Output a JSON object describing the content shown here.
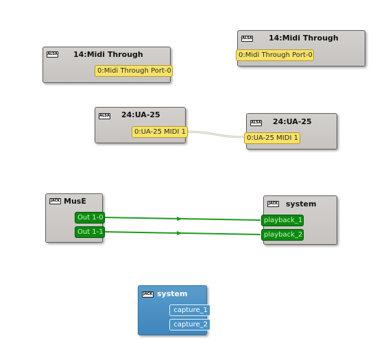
{
  "nodes": {
    "alsa_out_14": {
      "badge": "ALSA",
      "title": "14:Midi Through",
      "ports": [
        "0:Midi Through Port-0"
      ]
    },
    "alsa_in_14": {
      "badge": "ALSA",
      "title": "14:Midi Through",
      "ports": [
        "0:Midi Through Port-0"
      ]
    },
    "alsa_out_24": {
      "badge": "ALSA",
      "title": "24:UA-25",
      "ports": [
        "0:UA-25 MIDI 1"
      ]
    },
    "alsa_in_24": {
      "badge": "ALSA",
      "title": "24:UA-25",
      "ports": [
        "0:UA-25 MIDI 1"
      ]
    },
    "muse": {
      "badge": "JACK",
      "title": "MusE",
      "ports": [
        "Out 1-0",
        "Out 1-1"
      ]
    },
    "system_playback": {
      "badge": "JACK",
      "title": "system",
      "ports": [
        "playback_1",
        "playback_2"
      ]
    },
    "system_capture": {
      "badge": "JACK",
      "title": "system",
      "ports": [
        "capture_1",
        "capture_2"
      ]
    }
  },
  "colors": {
    "midi_port": "#f7e26a",
    "audio_port": "#0e8a12",
    "audio_wire": "#1c9a1c",
    "midi_wire": "#d8d8c8",
    "capture_node": "#4a90c4"
  }
}
